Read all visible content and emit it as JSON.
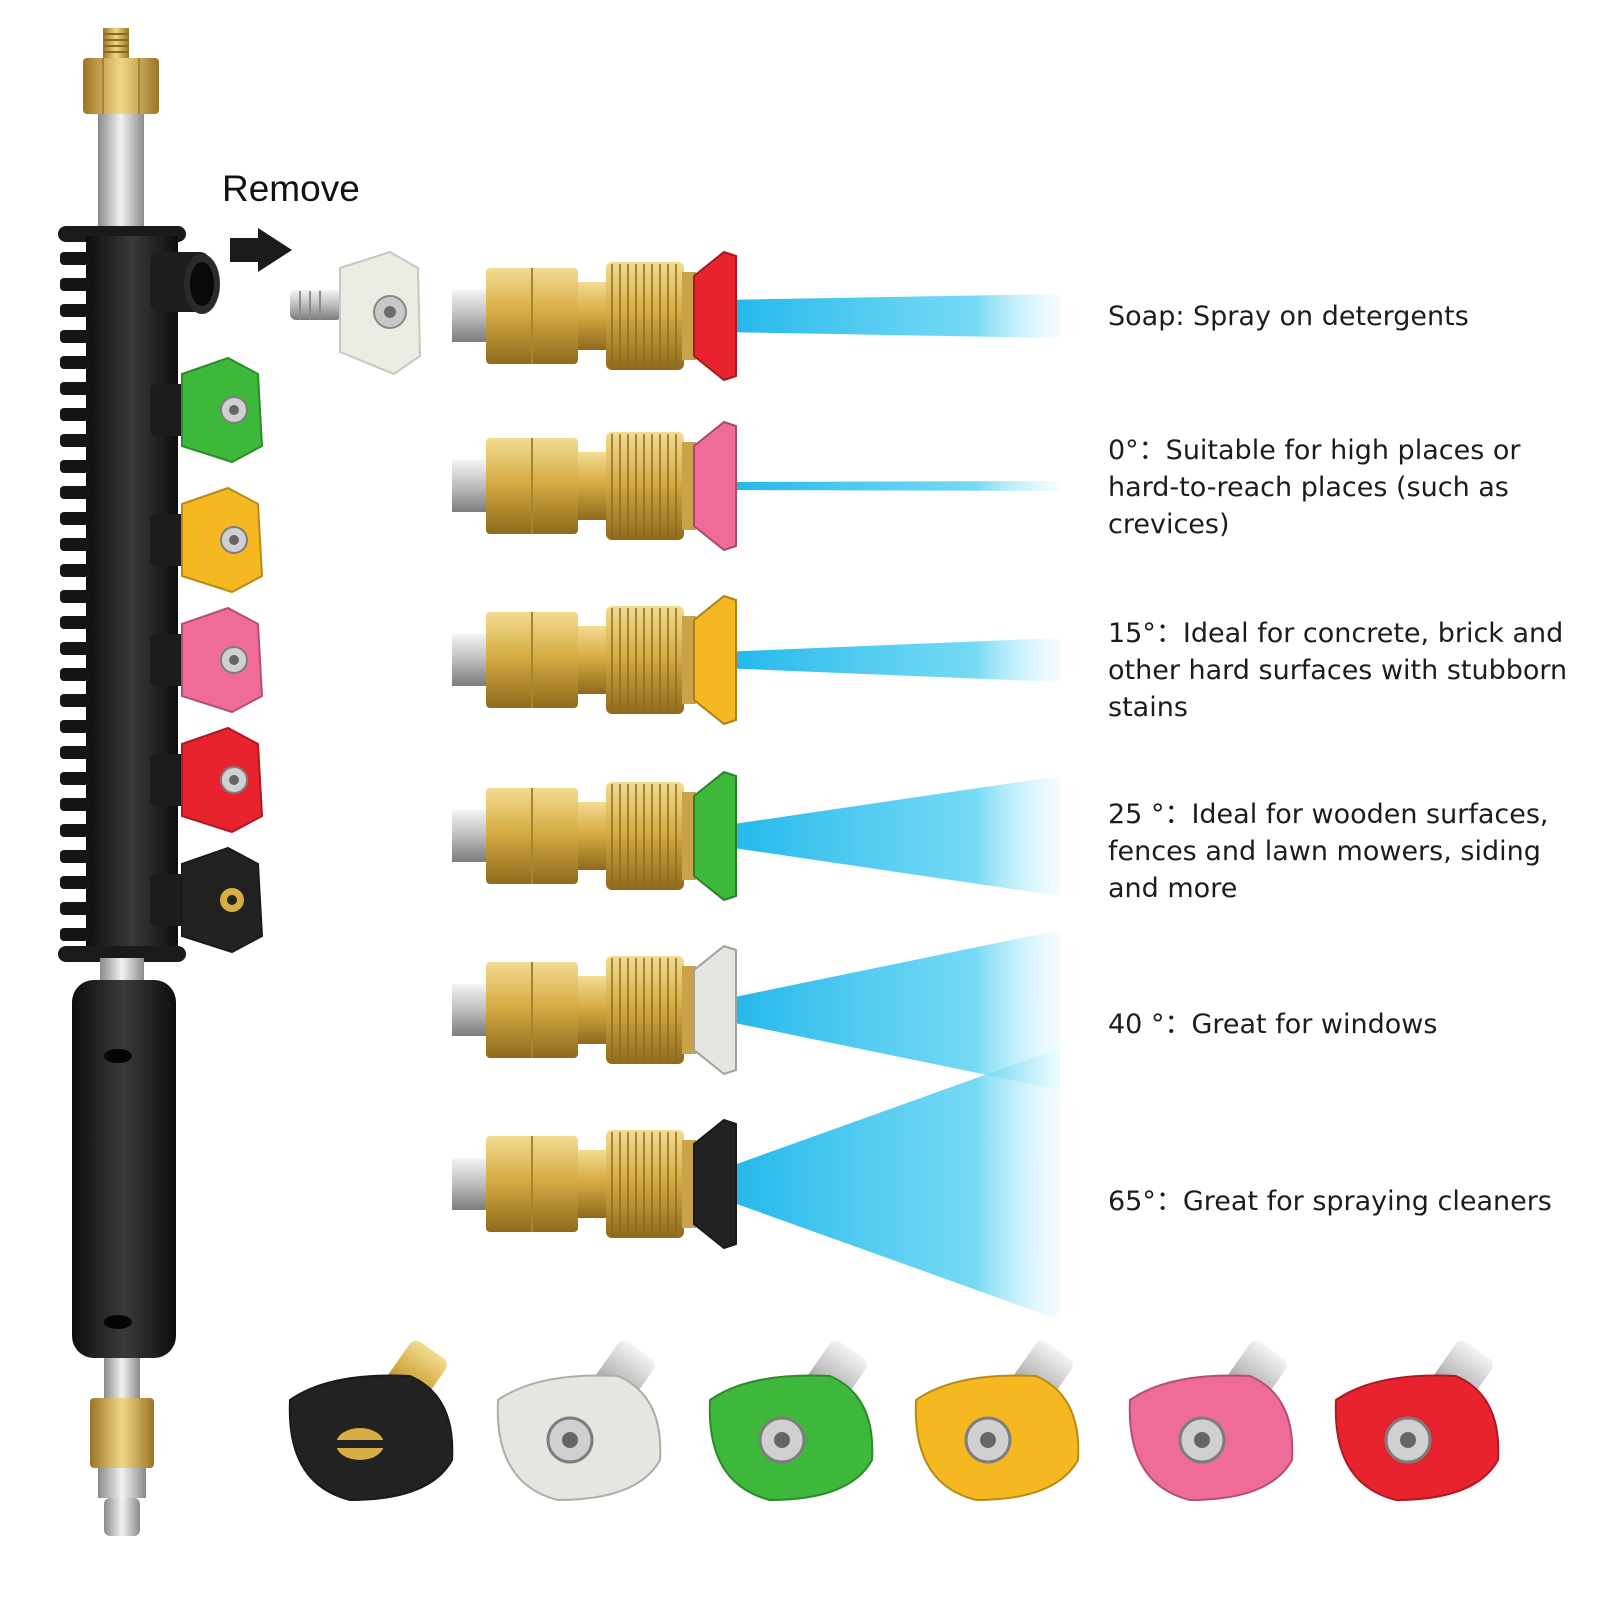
{
  "remove_label": "Remove",
  "nozzles": [
    {
      "id": "soap",
      "color": "#e8232e",
      "label": "Soap: Spray on detergents",
      "spray": "narrow-band"
    },
    {
      "id": "0-degree",
      "color": "#ee6b9a",
      "label": "0°：Suitable for high places or hard-to-reach places (such as crevices)",
      "spray": "jet"
    },
    {
      "id": "15-degree",
      "color": "#f5b820",
      "label": "15°：Ideal for concrete, brick and other hard surfaces with stubborn stains",
      "spray": "narrow-fan"
    },
    {
      "id": "25-degree",
      "color": "#3db83a",
      "label": "25 °：Ideal for wooden surfaces, fences and lawn mowers, siding and more",
      "spray": "medium-fan"
    },
    {
      "id": "40-degree",
      "color": "#e6e6e0",
      "label": "40 °：Great for windows",
      "spray": "wide-fan"
    },
    {
      "id": "65-degree",
      "color": "#222222",
      "label": "65°：Great for spraying cleaners",
      "spray": "widest-fan"
    }
  ],
  "colors": {
    "spray_blue": "#3ec7ee",
    "brass": "#d9b34a",
    "wand_black": "#1b1b1b"
  },
  "bottom_row_order": [
    "black",
    "white",
    "green",
    "yellow",
    "pink",
    "red"
  ],
  "wand_holder_order": [
    "green",
    "yellow",
    "pink",
    "red",
    "black"
  ]
}
